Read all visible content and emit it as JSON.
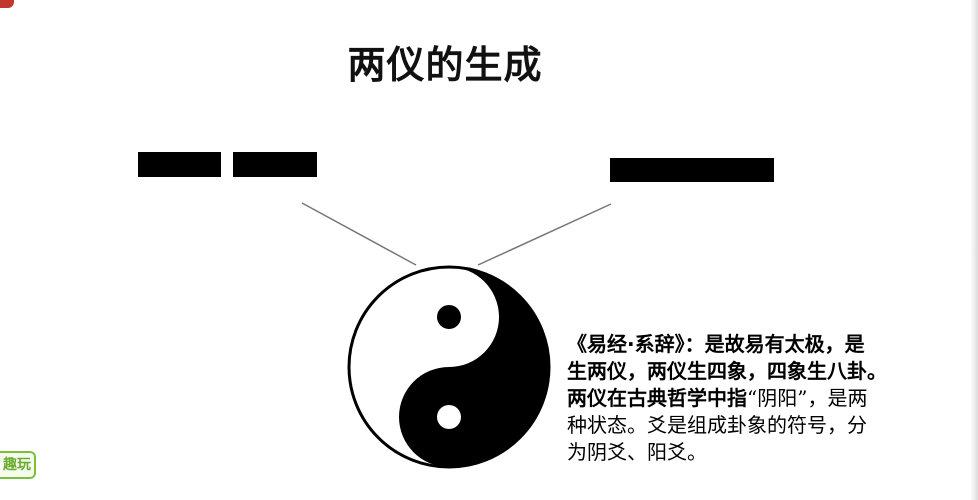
{
  "slide": {
    "title": "两仪的生成",
    "quote": {
      "source": "《易经·系辞》：",
      "line1_rest": "是故易有太极，是",
      "line2": "生两仪，两仪生四象，四象生八卦。",
      "line3_bold": "两仪在古典哲学中指",
      "line3_rest": "“阴阳”，是两",
      "line4": "种状态。爻是组成卦象的符号，分",
      "line5": "为阴爻、阳爻。"
    },
    "logo_text": "趣玩"
  },
  "symbols": {
    "yin_line": "broken-line-yin-yao",
    "yang_line": "solid-line-yang-yao",
    "center": "taiji-yin-yang-icon"
  },
  "colors": {
    "ink": "#000000",
    "background": "#ffffff",
    "connector": "#777777",
    "logo_green": "#7cbf3a"
  }
}
